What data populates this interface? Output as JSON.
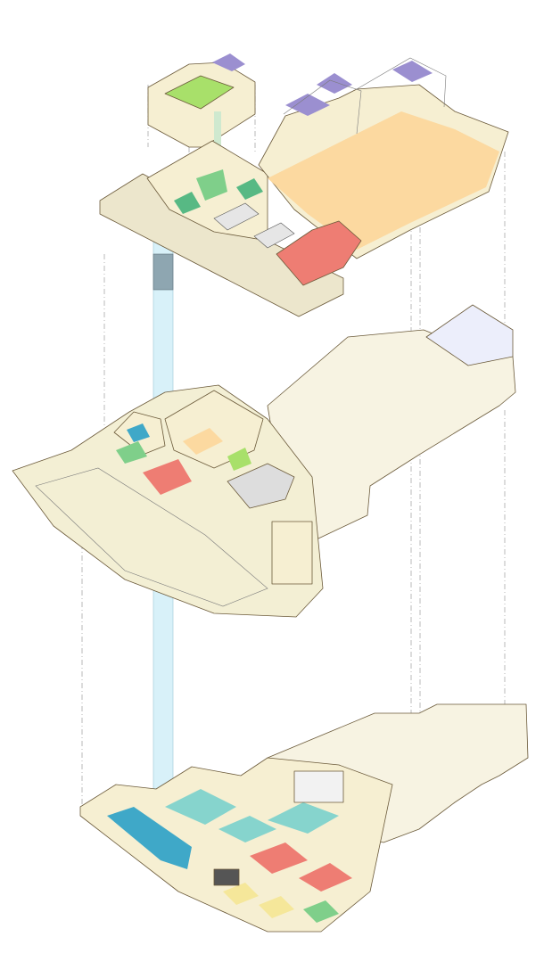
{
  "drawing": {
    "type": "exploded axonometric building section",
    "levels": [
      "upper-floor",
      "middle-floor",
      "lower-floor"
    ],
    "colors": {
      "wall": "#d9c28f",
      "wall_face": "#f6efd2",
      "gallery_floor": "#fcd9a0",
      "event_red": "#ee7d73",
      "green_zone": "#7fcf8a",
      "lime_zone": "#a8e06a",
      "teal_zone": "#86d4cd",
      "blue_zone": "#3fa8c8",
      "lift_shaft": "#d8f1f9",
      "lift_car": "#8ea6b1",
      "roof_glazing": "#9b8fd0",
      "massing": "#f7f3e2",
      "yellow_zone": "#f5e79a"
    }
  }
}
